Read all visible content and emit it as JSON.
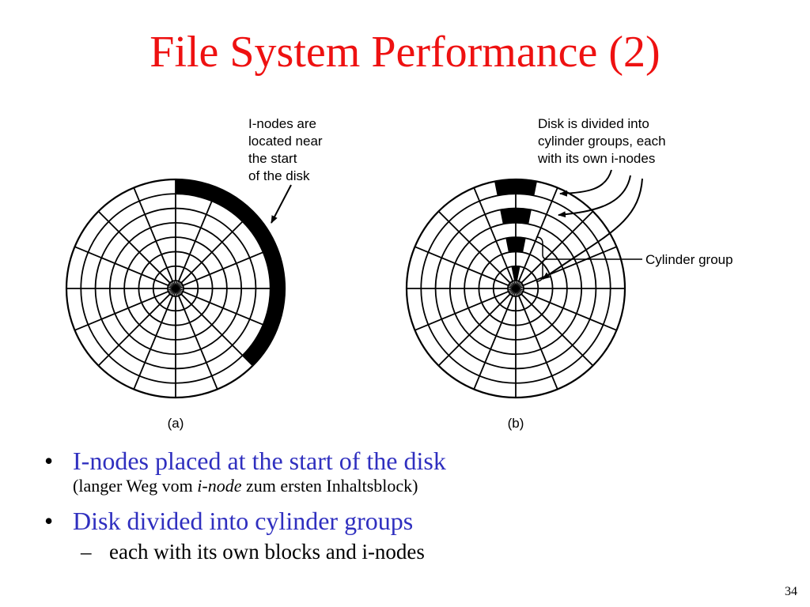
{
  "slide": {
    "title": "File System Performance (2)",
    "page_number": "34"
  },
  "figure": {
    "a": {
      "annotation_lines": [
        "I-nodes are",
        "located near",
        "the start",
        "of the disk"
      ],
      "caption": "(a)",
      "rings": 7,
      "sectors": 16
    },
    "b": {
      "annotation_lines": [
        "Disk is divided into",
        "cylinder groups, each",
        "with its own i-nodes"
      ],
      "cylinder_label": "Cylinder group",
      "caption": "(b)",
      "rings": 7,
      "sectors": 16
    }
  },
  "bullets": {
    "b1": "I-nodes placed at the start of the disk",
    "b1_sub_pre": "(langer Weg vom ",
    "b1_sub_em": "i-node",
    "b1_sub_post": " zum ersten Inhaltsblock)",
    "b2": "Disk divided into cylinder groups",
    "b3": "each with its own blocks and i-nodes"
  },
  "colors": {
    "title": "#ee1111",
    "bullet_text": "#2f2fbf"
  }
}
